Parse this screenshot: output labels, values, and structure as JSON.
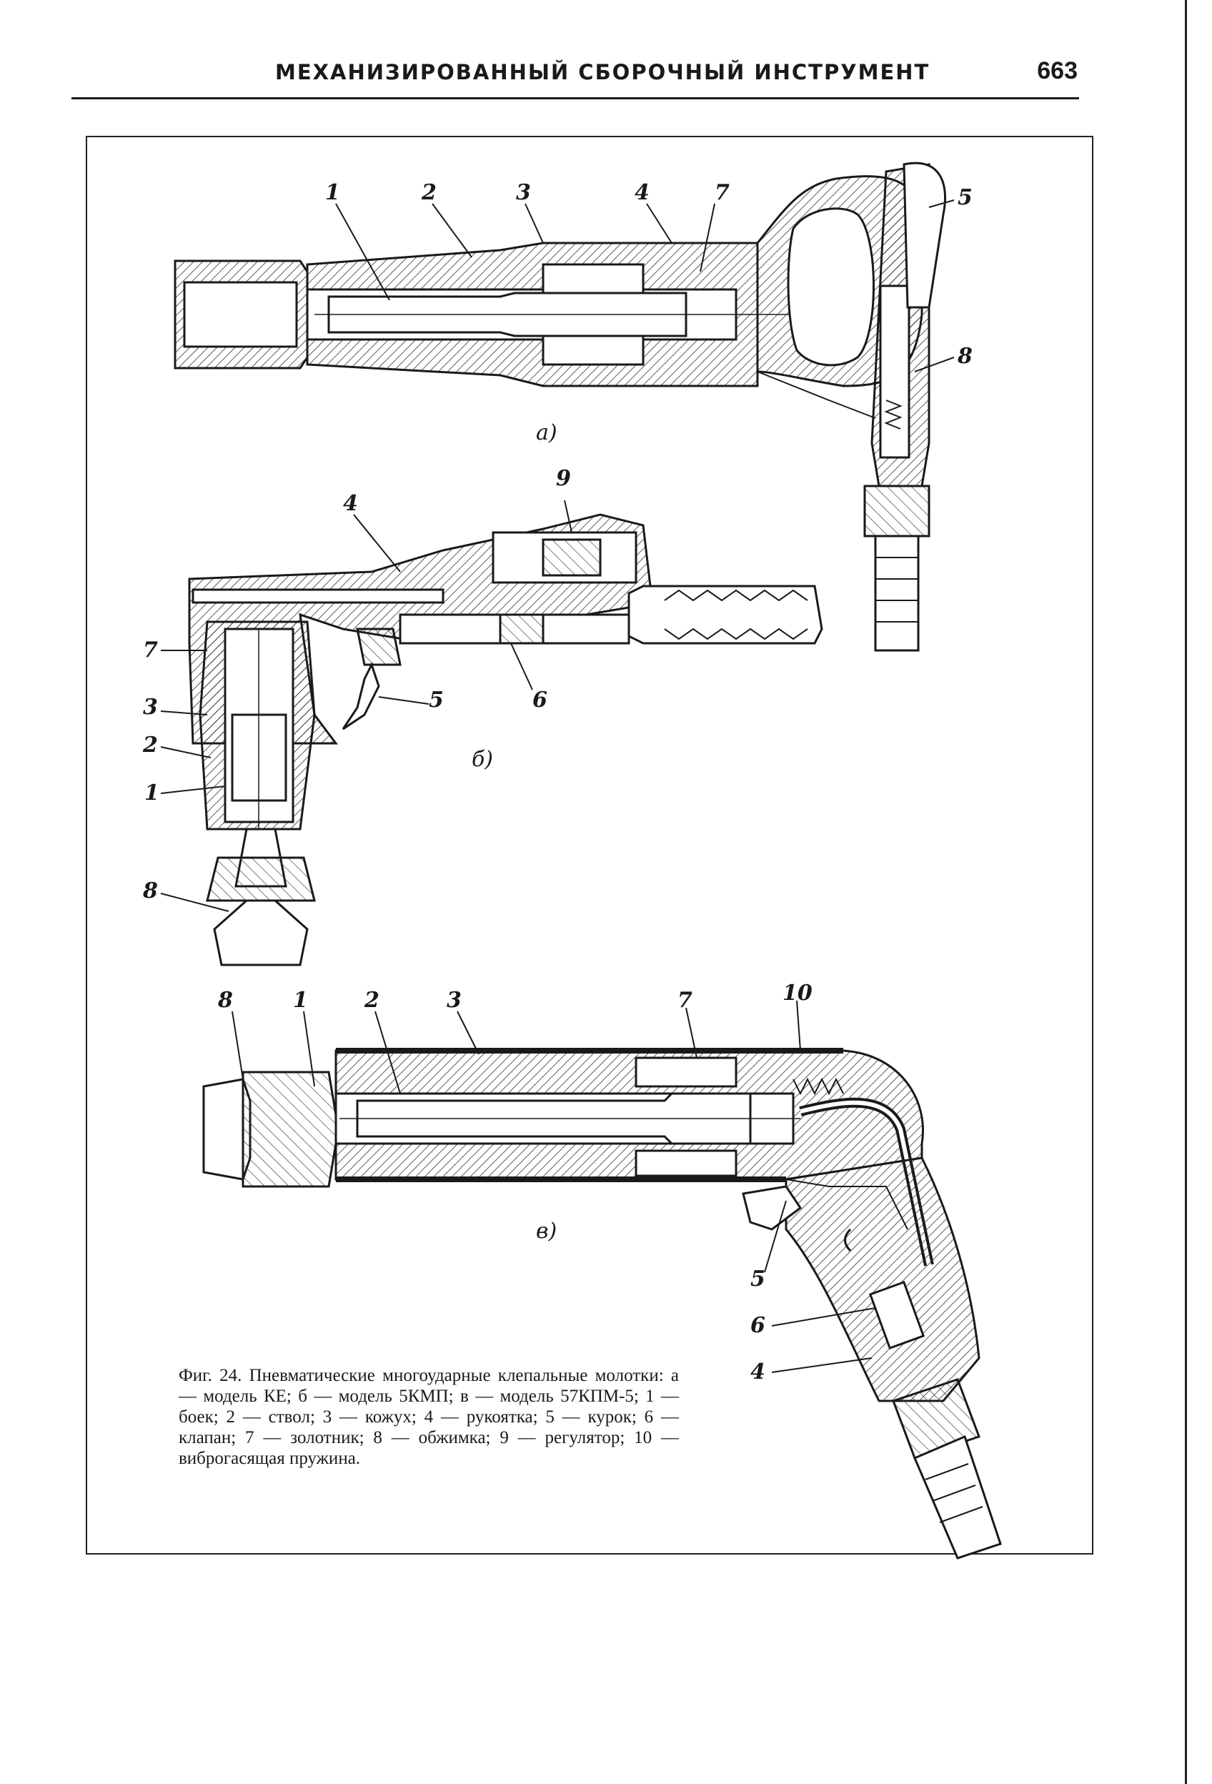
{
  "header": {
    "running_title": "МЕХАНИЗИРОВАННЫЙ СБОРОЧНЫЙ ИНСТРУМЕНТ",
    "page_number": "663"
  },
  "figure": {
    "subfigure_labels": {
      "a": "а)",
      "b": "б)",
      "c": "в)"
    },
    "labels_a": [
      "1",
      "2",
      "3",
      "4",
      "7",
      "5",
      "8"
    ],
    "labels_b": [
      "4",
      "9",
      "7",
      "3",
      "2",
      "1",
      "8",
      "5",
      "6"
    ],
    "labels_c": [
      "8",
      "1",
      "2",
      "3",
      "7",
      "10",
      "5",
      "6",
      "4"
    ],
    "caption": "Фиг. 24. Пневматические многоударные клепальные молотки: а — модель КЕ; б — модель 5КМП; в — модель 57КПМ-5; 1 — боек; 2 — ствол; 3 — кожух; 4 — рукоятка; 5 — курок; 6 — клапан; 7 — золотник; 8 — обжимка; 9 — регулятор; 10 — виброгасящая пружина."
  }
}
